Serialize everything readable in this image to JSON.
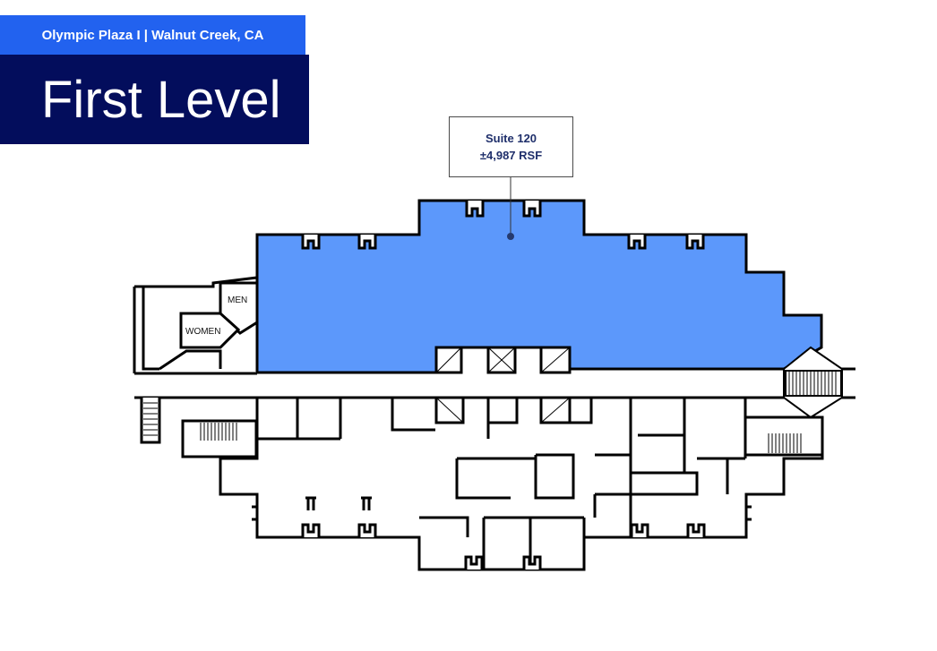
{
  "header": {
    "subtitle": "Olympic Plaza I | Walnut Creek, CA",
    "title": "First Level"
  },
  "suite": {
    "name": "Suite 120",
    "area": "±4,987 RSF",
    "highlight_color": "#5c98fb"
  },
  "rooms": {
    "men": "MEN",
    "women": "WOMEN"
  },
  "colors": {
    "subtitle_bg": "#2262ef",
    "title_bg": "#030d5c",
    "wall": "#000000"
  }
}
